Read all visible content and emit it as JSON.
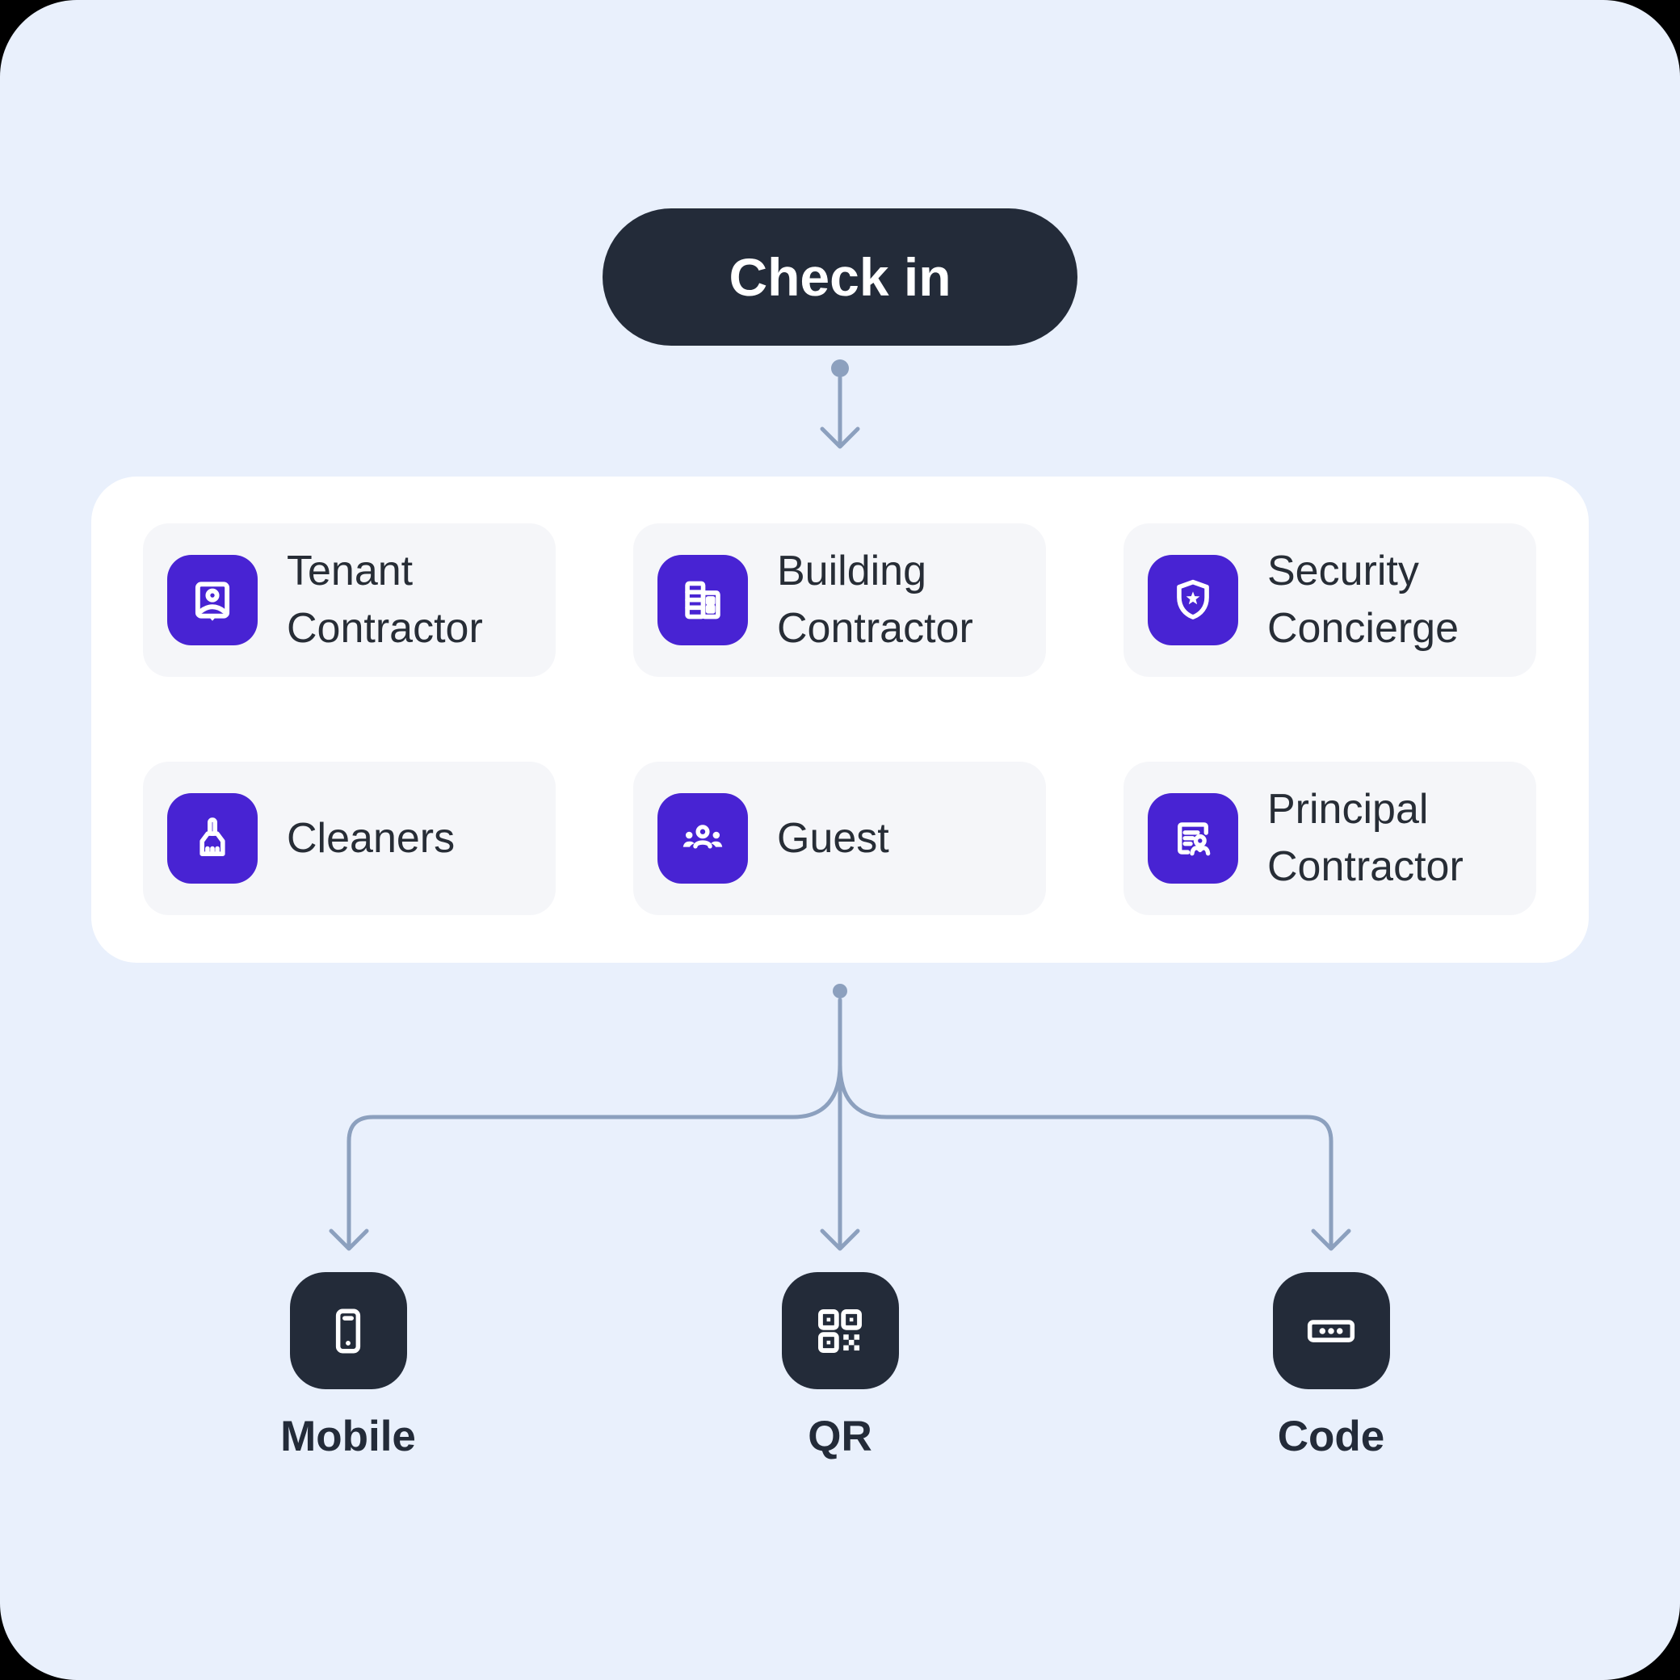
{
  "flow": {
    "root": {
      "label": "Check in"
    },
    "categories": [
      {
        "label": "Tenant Contractor",
        "icon": "badge-person-icon"
      },
      {
        "label": "Building Contractor",
        "icon": "building-icon"
      },
      {
        "label": "Security Concierge",
        "icon": "shield-star-icon"
      },
      {
        "label": "Cleaners",
        "icon": "broom-icon"
      },
      {
        "label": "Guest",
        "icon": "people-icon"
      },
      {
        "label": "Principal Contractor",
        "icon": "document-person-icon"
      }
    ],
    "methods": [
      {
        "label": "Mobile",
        "icon": "smartphone-icon"
      },
      {
        "label": "QR",
        "icon": "qr-code-icon"
      },
      {
        "label": "Code",
        "icon": "passcode-icon"
      }
    ]
  },
  "colors": {
    "background": "#E9F0FC",
    "panel": "#FFFFFF",
    "card": "#F5F6F9",
    "accent_purple": "#4823D3",
    "dark_navy": "#232B39",
    "connector_line": "#8CA0BE",
    "text_dark": "#272D36"
  }
}
